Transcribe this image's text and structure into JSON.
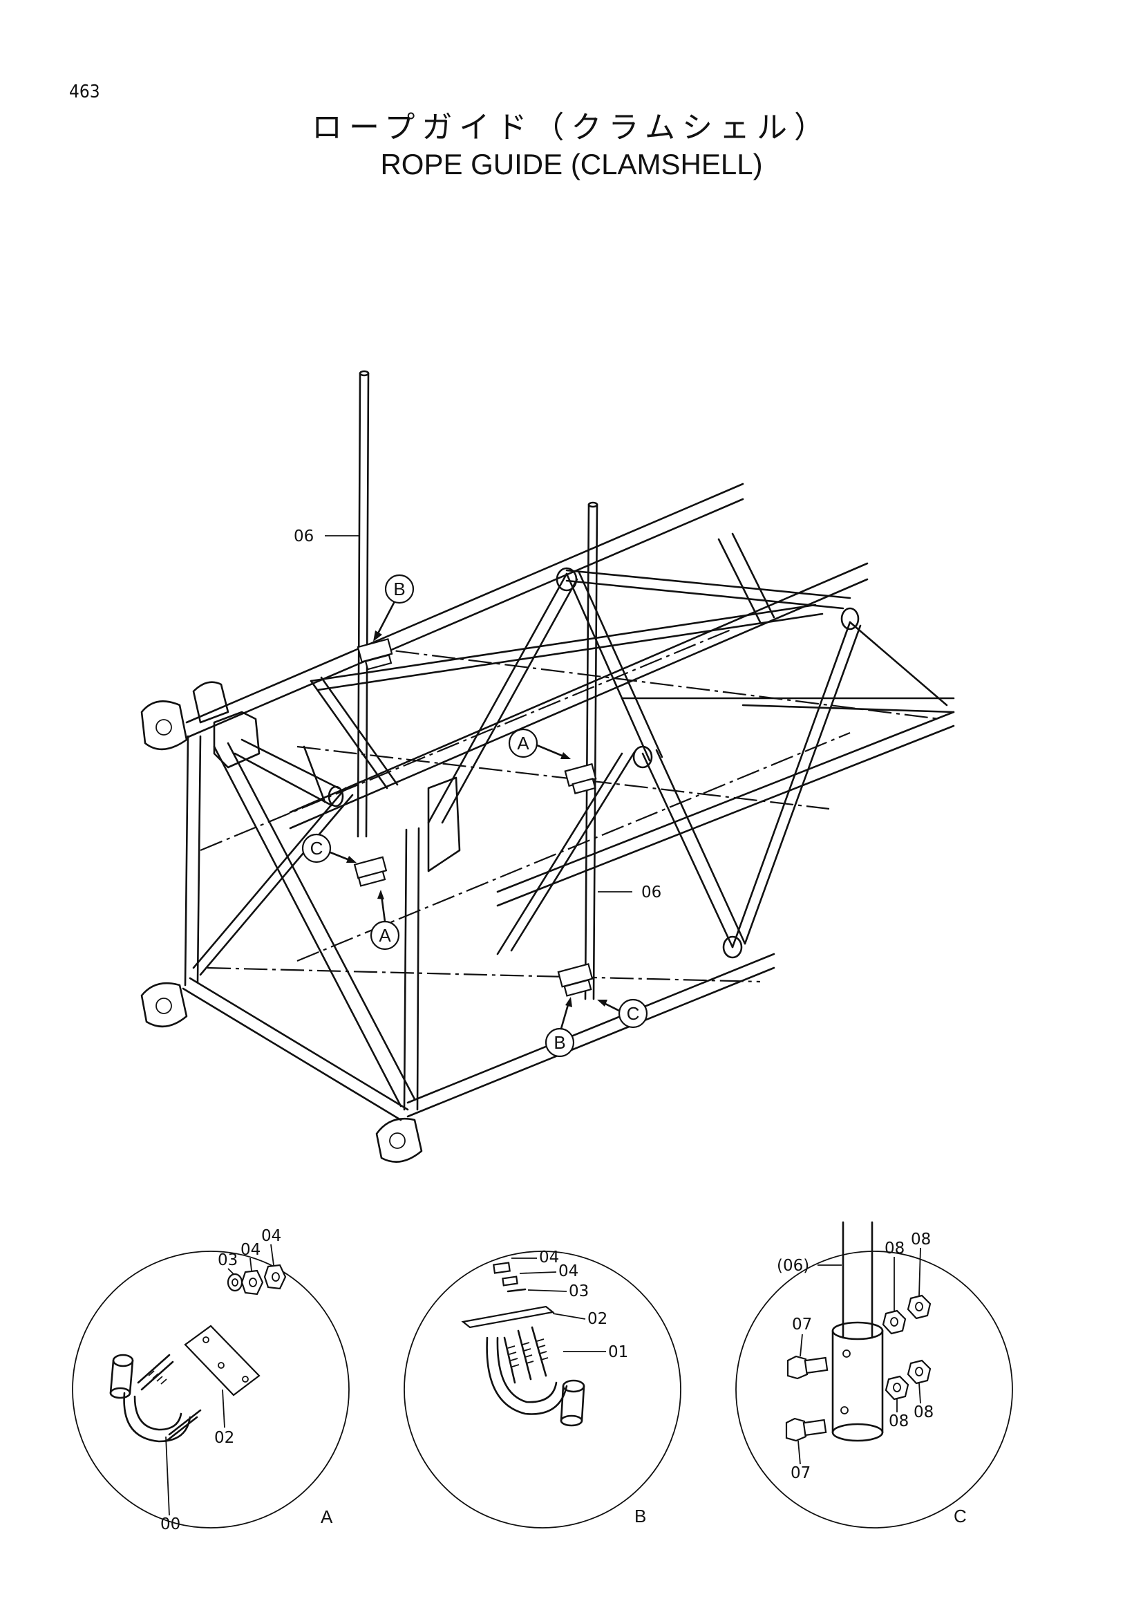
{
  "page_number": "463",
  "title_jp": "ロープガイド（クラムシェル）",
  "title_en": "ROPE GUIDE (CLAMSHELL)",
  "main_callouts": {
    "part_06_upper": "06",
    "part_06_lower": "06",
    "bubble_b_top": "B",
    "bubble_a_right": "A",
    "bubble_c_left": "C",
    "bubble_a_bottom": "A",
    "bubble_c_right": "C",
    "bubble_b_bottom": "B"
  },
  "detail_a": {
    "view_label": "A",
    "parts": [
      "00",
      "02",
      "03",
      "04",
      "04"
    ]
  },
  "detail_b": {
    "view_label": "B",
    "parts": [
      "04",
      "04",
      "03",
      "02",
      "01"
    ]
  },
  "detail_c": {
    "view_label": "C",
    "parts": [
      "(06)",
      "07",
      "07",
      "08",
      "08",
      "08",
      "08"
    ]
  }
}
